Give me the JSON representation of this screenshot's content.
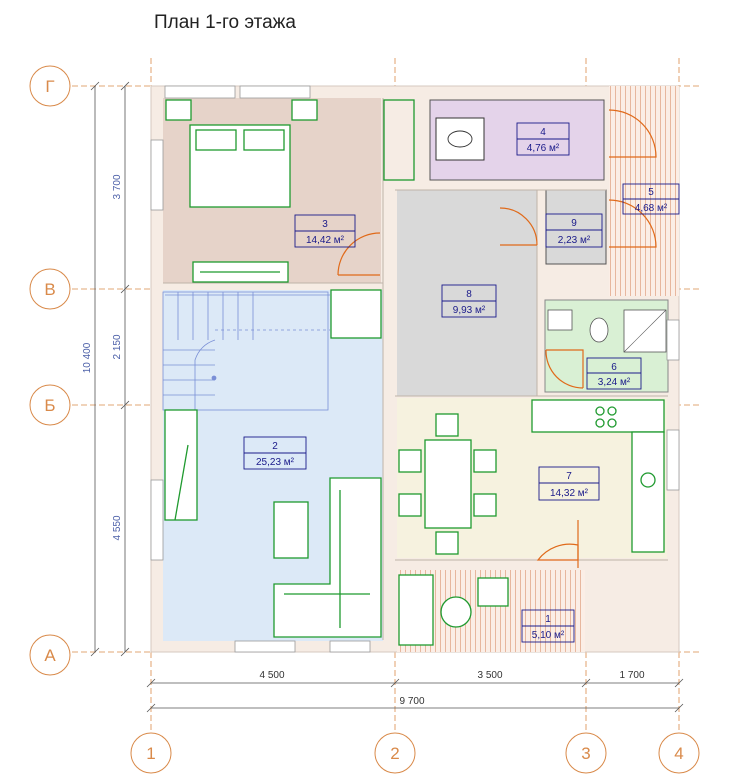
{
  "title": "План 1-го этажа",
  "axes": {
    "rows": [
      "Г",
      "В",
      "Б",
      "А"
    ],
    "cols": [
      "1",
      "2",
      "3",
      "4"
    ]
  },
  "dimensions": {
    "bottom": [
      "4 500",
      "3 500",
      "1 700"
    ],
    "bottom_total": "9 700",
    "left": [
      "3 700",
      "2 150",
      "4 550"
    ],
    "left_total": "10 400"
  },
  "rooms": [
    {
      "num": "1",
      "area": "5,10 м²"
    },
    {
      "num": "2",
      "area": "25,23 м²"
    },
    {
      "num": "3",
      "area": "14,42 м²"
    },
    {
      "num": "4",
      "area": "4,76 м²"
    },
    {
      "num": "5",
      "area": "4,68 м²"
    },
    {
      "num": "6",
      "area": "3,24 м²"
    },
    {
      "num": "7",
      "area": "14,32 м²"
    },
    {
      "num": "8",
      "area": "9,93 м²"
    },
    {
      "num": "9",
      "area": "2,23 м²"
    }
  ],
  "colors": {
    "axis": "#d98a4a",
    "wall": "#f6ece4",
    "bedroom": "#e6d3c9",
    "bathroom_upper": "#e4d3ea",
    "hall": "#d9d9d9",
    "living": "#dce9f7",
    "bathroom": "#d9f0d4",
    "kitchen": "#f6f2df",
    "deck": "#f2d6c8",
    "furniture": "#1f9a2f",
    "door": "#e06a1a",
    "label": "#1a1a8a"
  }
}
